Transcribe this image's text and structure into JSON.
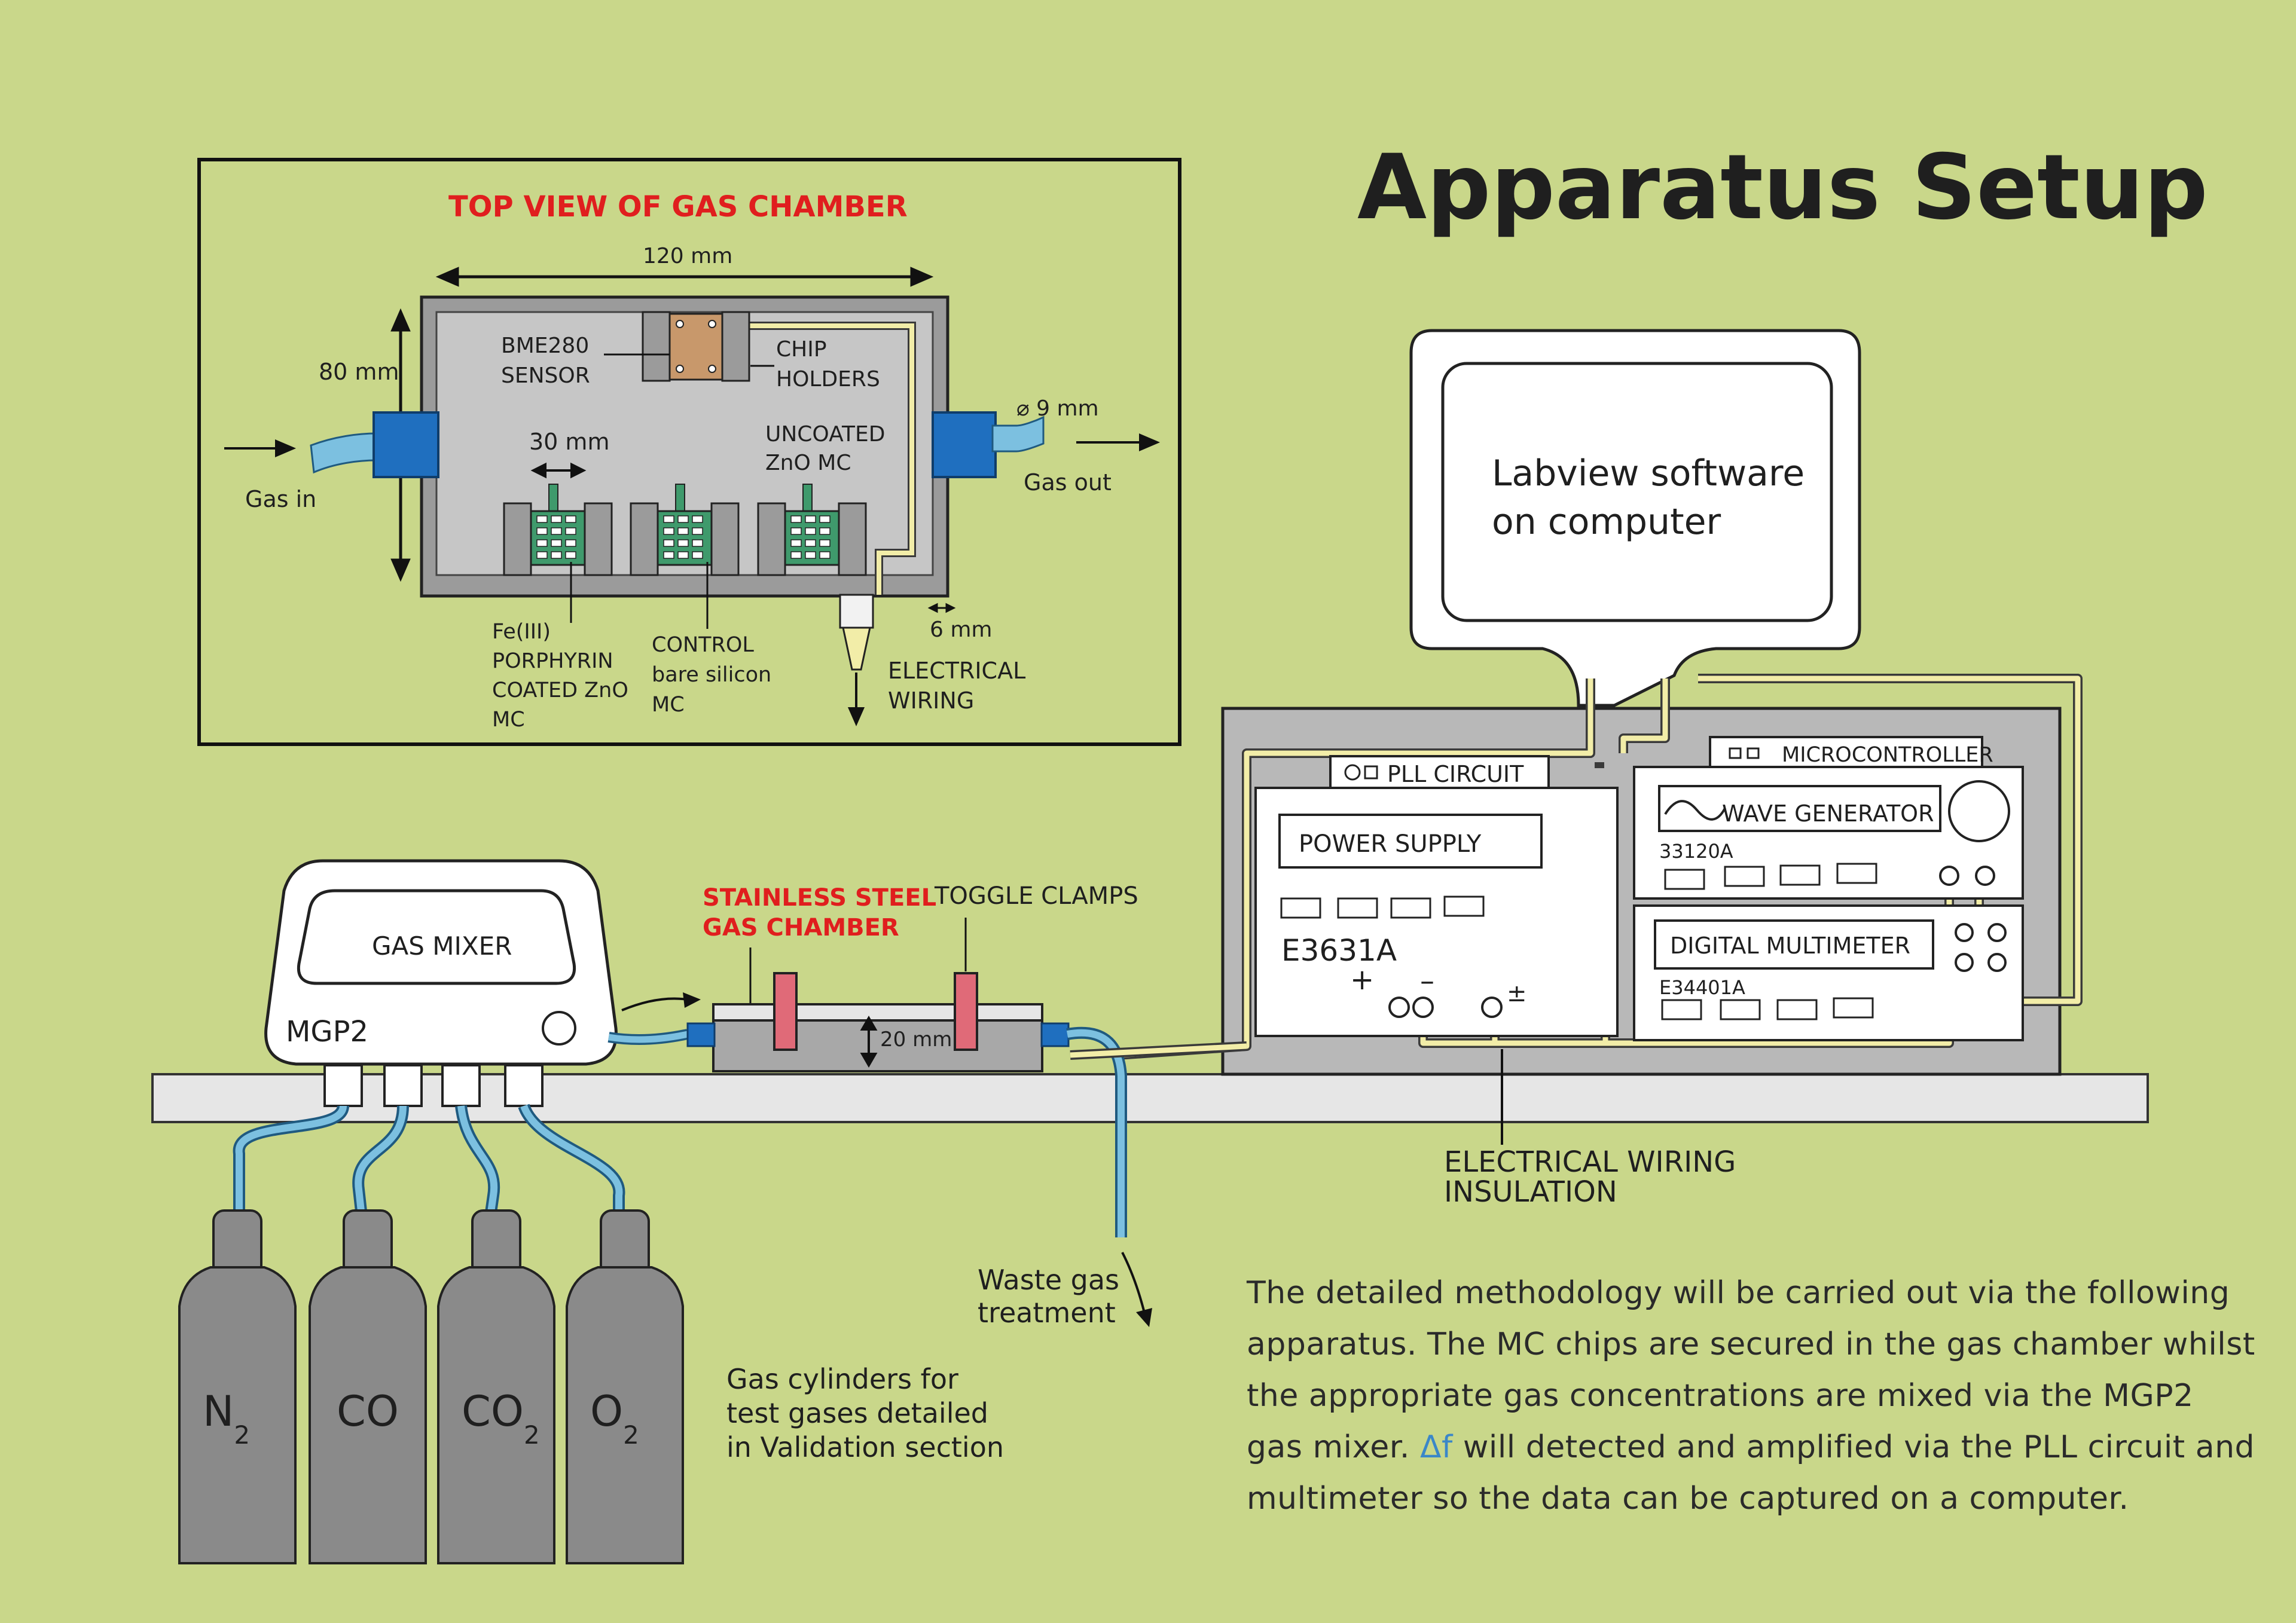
{
  "title": "Apparatus Setup",
  "inset": {
    "title": "TOP VIEW OF GAS CHAMBER",
    "width_label": "120 mm",
    "height_label": "80 mm",
    "bme_label_1": "BME280",
    "bme_label_2": "SENSOR",
    "chip_label_1": "CHIP",
    "chip_label_2": "HOLDERS",
    "spacing_label": "30 mm",
    "uncoated_1": "UNCOATED",
    "uncoated_2": "ZnO MC",
    "diameter_label": "⌀ 9 mm",
    "gas_in": "Gas in",
    "gas_out": "Gas out",
    "gap_label": "6 mm",
    "fe_1": "Fe(III)",
    "fe_2": "PORPHYRIN",
    "fe_3": "COATED ZnO",
    "fe_4": "MC",
    "control_1": "CONTROL",
    "control_2": "bare silicon",
    "control_3": "MC",
    "wiring_1": "ELECTRICAL",
    "wiring_2": "WIRING"
  },
  "computer": {
    "line1": "Labview software",
    "line2": "on computer"
  },
  "rack": {
    "pll": "PLL CIRCUIT",
    "microcontroller": "MICROCONTROLLER",
    "power_supply": "POWER SUPPLY",
    "power_model": "E3631A",
    "plus": "+",
    "minus": "–",
    "ground": "±",
    "wave_generator": "WAVE GENERATOR",
    "wave_model": "33120A",
    "multimeter": "DIGITAL MULTIMETER",
    "multimeter_model": "E34401A"
  },
  "mixer": {
    "label": "GAS MIXER",
    "model": "MGP2"
  },
  "chamber": {
    "label_1": "STAINLESS STEEL",
    "label_2": "GAS CHAMBER",
    "clamps": "TOGGLE CLAMPS",
    "height": "20 mm"
  },
  "waste": {
    "line1": "Waste gas",
    "line2": "treatment"
  },
  "insulation": {
    "line1": "ELECTRICAL WIRING",
    "line2": "INSULATION"
  },
  "cylinders": [
    {
      "base": "N",
      "sub": "2"
    },
    {
      "base": "CO",
      "sub": ""
    },
    {
      "base": "CO",
      "sub": "2"
    },
    {
      "base": "O",
      "sub": "2"
    }
  ],
  "cylinder_caption": {
    "line1": "Gas cylinders for",
    "line2": "test gases detailed",
    "line3": "in Validation section"
  },
  "paragraph": {
    "line1": "The detailed methodology will be carried out via the following",
    "line2": "apparatus. The MC chips are secured in the gas chamber whilst",
    "line3": "the appropriate gas concentrations are mixed via the MGP2",
    "line4a": "gas mixer.",
    "delta": "Δf",
    "line4b": "will detected and amplified via the PLL circuit and",
    "line5": "multimeter so the data can be captured on a computer."
  },
  "colors": {
    "background": "#c9d78a",
    "red_label": "#e01e1e",
    "tube": "#7cc0e0",
    "connector": "#1f6fbf",
    "chip": "#3f9a6c",
    "sensor": "#c8986b",
    "clamp": "#e06a78",
    "wire": "#f2eda8",
    "cylinder": "#8a8a8a",
    "delta": "#3b87c8"
  }
}
